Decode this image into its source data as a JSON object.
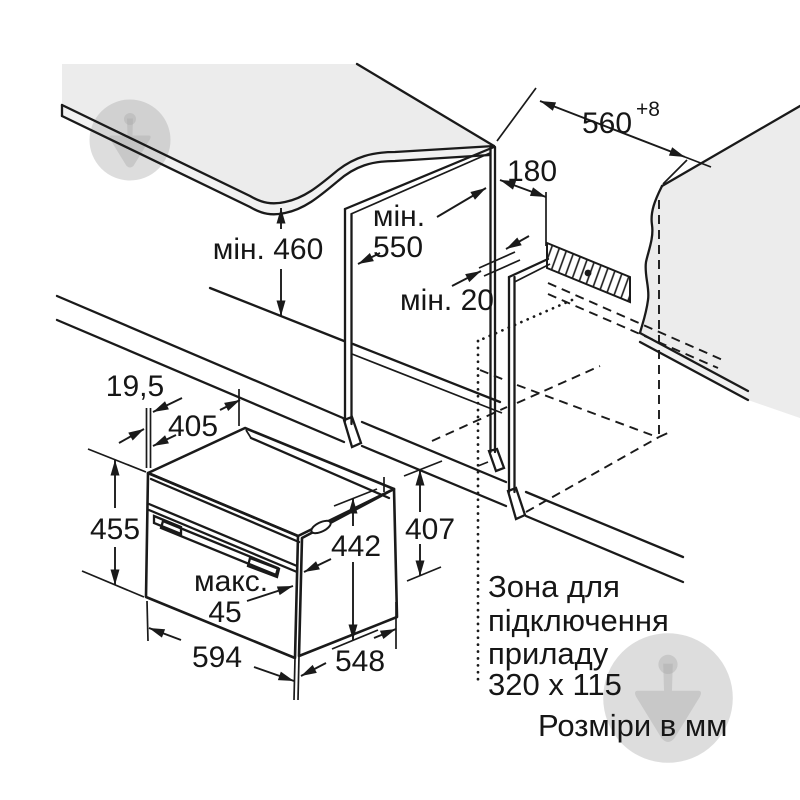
{
  "diagram": {
    "kind": "built-in oven installation drawing",
    "units_note": "Розміри в мм"
  },
  "dimensions": {
    "niche_width": {
      "value": "560",
      "tolerance": "+8"
    },
    "rear_offset": {
      "value": "180"
    },
    "niche_depth_min": {
      "line1": "мін.",
      "line2": "550"
    },
    "niche_height_min": {
      "label": "мін. 460"
    },
    "rear_gap_min": {
      "label": "мін. 20"
    },
    "fascia_depth": {
      "label": "19,5"
    },
    "top_rear_depth": {
      "label": "405"
    },
    "front_height": {
      "label": "455"
    },
    "body_height": {
      "label": "442"
    },
    "rear_height": {
      "label": "407"
    },
    "door_clearance_max": {
      "line1": "макс.",
      "line2": "45"
    },
    "appliance_width": {
      "label": "594"
    },
    "appliance_depth": {
      "label": "548"
    }
  },
  "connection_zone": {
    "line1": "Зона для",
    "line2": "підключення",
    "line3": "приладу",
    "line4": "320 x 115"
  },
  "colors": {
    "line": "#1a1a1a",
    "panel_fill": "#ececec",
    "watermark": "#a8a8a8"
  }
}
